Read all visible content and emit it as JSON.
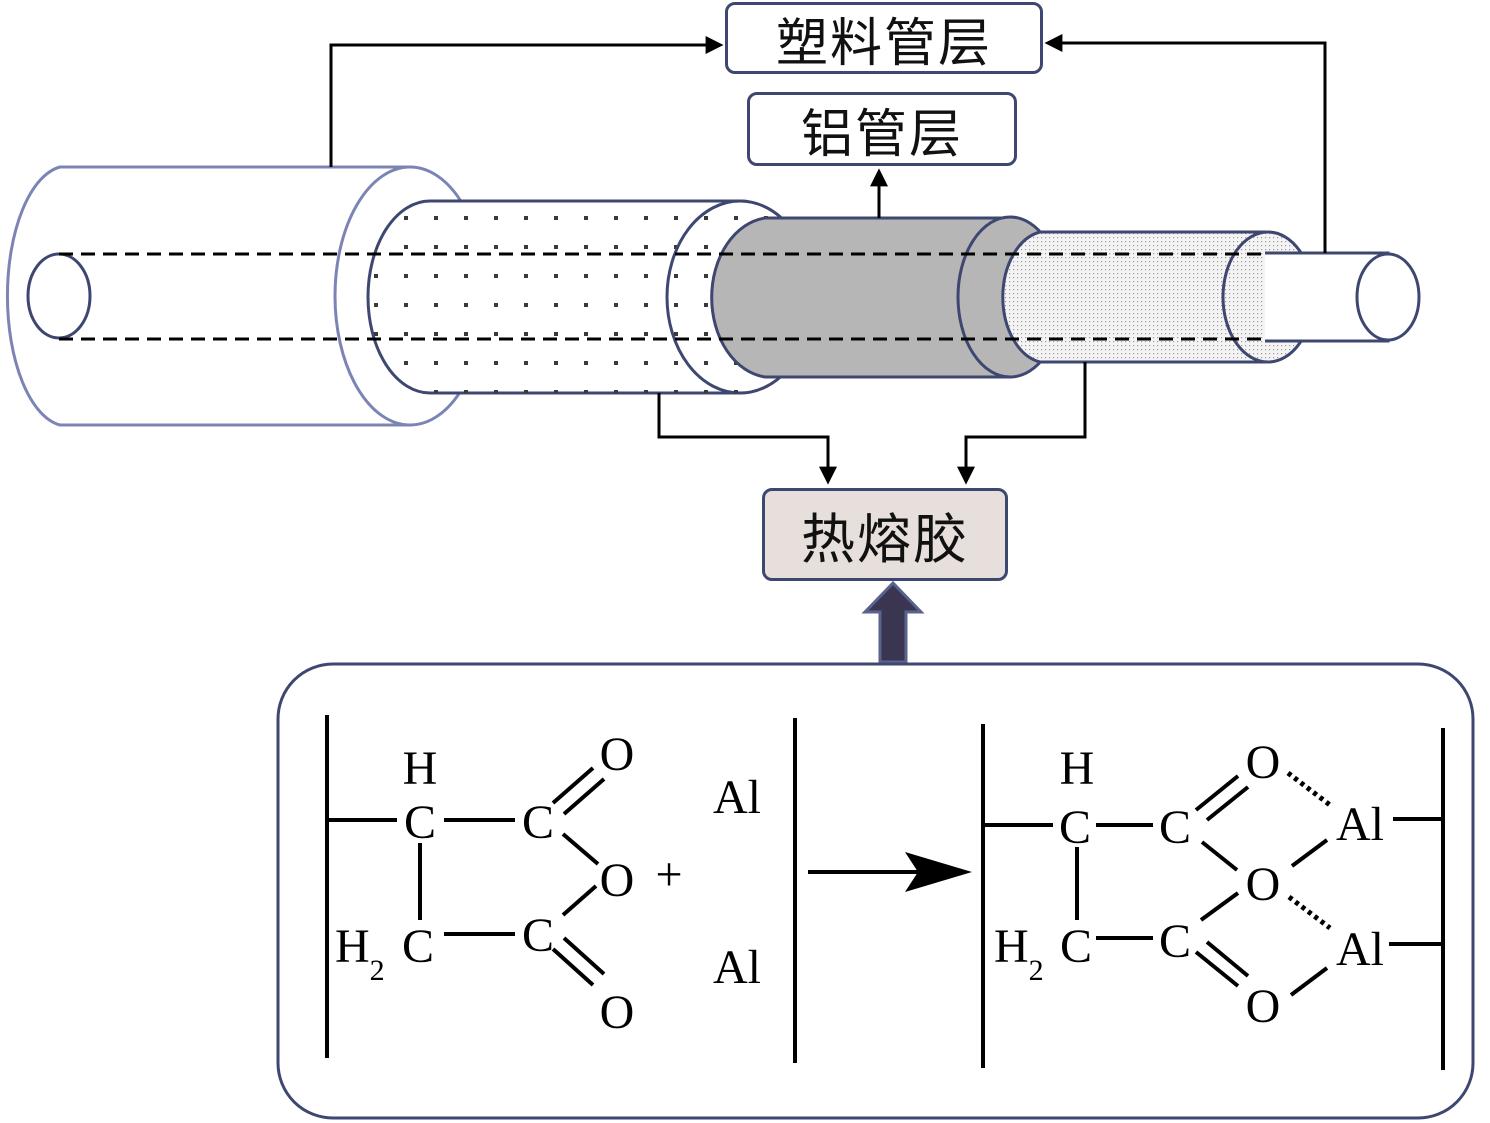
{
  "labels": {
    "plastic_layer": "塑料管层",
    "aluminum_layer": "铝管层",
    "hot_melt_adhesive": "热熔胶"
  },
  "reaction": {
    "left": {
      "h": "H",
      "c_ch": "C",
      "c_top": "C",
      "o_top": "O",
      "o_ring": "O",
      "c_bot": "C",
      "o_bot": "O",
      "h2": "H",
      "h2_sub": "2",
      "c_ch2": "C"
    },
    "plus": "+",
    "al_top": "Al",
    "al_bot": "Al",
    "right": {
      "h": "H",
      "c_ch": "C",
      "c_top": "C",
      "o_top": "O",
      "o_ring": "O",
      "c_bot": "C",
      "o_bot": "O",
      "h2": "H",
      "h2_sub": "2",
      "c_ch2": "C",
      "al_top": "Al",
      "al_bot": "Al"
    }
  },
  "colors": {
    "outline": "#3e4770",
    "tube_edge": "#7b84b5",
    "aluminum_fill": "#b6b6b6",
    "glue_box_fill": "#e6dfdb",
    "big_arrow": "#3a3550"
  }
}
